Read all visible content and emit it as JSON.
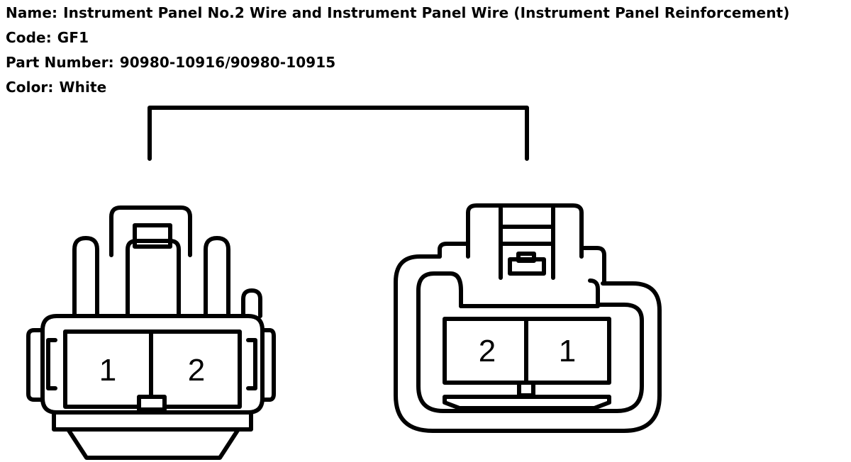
{
  "info": {
    "name_label": "Name:",
    "name_value": "Instrument Panel No.2 Wire and Instrument Panel Wire (Instrument Panel Reinforcement)",
    "code_label": "Code:",
    "code_value": "GF1",
    "part_label": "Part Number:",
    "part_value": "90980-10916/90980-10915",
    "color_label": "Color:",
    "color_value": "White"
  },
  "connectors": {
    "left": {
      "pins": [
        "1",
        "2"
      ]
    },
    "right": {
      "pins": [
        "2",
        "1"
      ]
    }
  },
  "colors": {
    "line": "#000000",
    "background": "#ffffff"
  }
}
